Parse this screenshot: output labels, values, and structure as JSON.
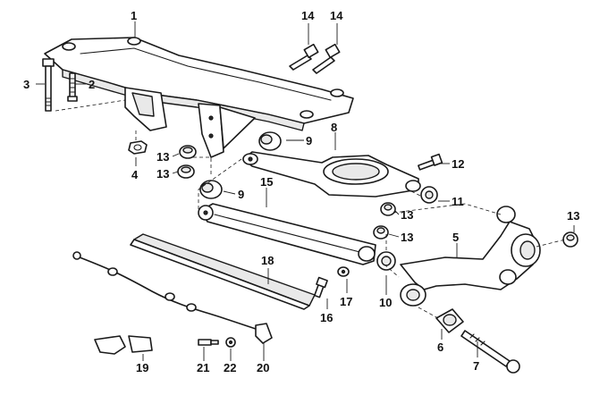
{
  "diagram": {
    "callouts": [
      {
        "id": "c1",
        "text": "1"
      },
      {
        "id": "c2",
        "text": "2"
      },
      {
        "id": "c3",
        "text": "3"
      },
      {
        "id": "c4",
        "text": "4"
      },
      {
        "id": "c5",
        "text": "5"
      },
      {
        "id": "c6",
        "text": "6"
      },
      {
        "id": "c7",
        "text": "7"
      },
      {
        "id": "c8",
        "text": "8"
      },
      {
        "id": "c9a",
        "text": "9"
      },
      {
        "id": "c9b",
        "text": "9"
      },
      {
        "id": "c10",
        "text": "10"
      },
      {
        "id": "c11",
        "text": "11"
      },
      {
        "id": "c12",
        "text": "12"
      },
      {
        "id": "c13a",
        "text": "13"
      },
      {
        "id": "c13b",
        "text": "13"
      },
      {
        "id": "c13c",
        "text": "13"
      },
      {
        "id": "c13d",
        "text": "13"
      },
      {
        "id": "c13e",
        "text": "13"
      },
      {
        "id": "c14a",
        "text": "14"
      },
      {
        "id": "c14b",
        "text": "14"
      },
      {
        "id": "c15",
        "text": "15"
      },
      {
        "id": "c16",
        "text": "16"
      },
      {
        "id": "c17",
        "text": "17"
      },
      {
        "id": "c18",
        "text": "18"
      },
      {
        "id": "c19",
        "text": "19"
      },
      {
        "id": "c20",
        "text": "20"
      },
      {
        "id": "c21",
        "text": "21"
      },
      {
        "id": "c22",
        "text": "22"
      }
    ]
  }
}
